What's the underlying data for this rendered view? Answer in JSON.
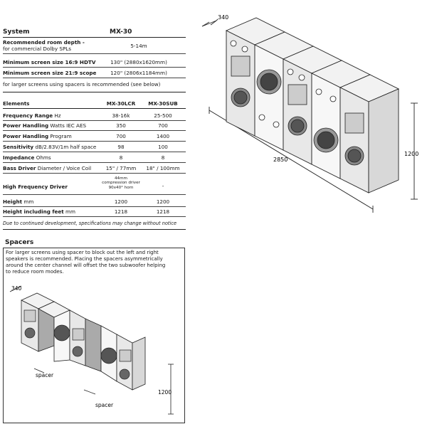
{
  "system": {
    "title": "System",
    "model": "MX-30",
    "rows": [
      {
        "label_bold": "Recommended room depth -",
        "label_light": "for commercial Dolby SPLs",
        "value": "5-14m"
      },
      {
        "label_bold": "Minimum screen size 16:9 HDTV",
        "label_light": "",
        "value": "130\" (2880x1620mm)"
      },
      {
        "label_bold": "Minimum screen size 21:9 scope",
        "label_light": "",
        "value": "120\" (2806x1184mm)"
      }
    ],
    "note": "for larger screens using spacers is recommended (see below)"
  },
  "elements": {
    "title": "Elements",
    "col1": "MX-30LCR",
    "col2": "MX-30SUB",
    "rows": [
      {
        "label_bold": "Frequency Range",
        "label_light": " Hz",
        "v1": "38-16k",
        "v2": "25-500"
      },
      {
        "label_bold": "Power Handling",
        "label_light": " Watts IEC AES",
        "v1": "350",
        "v2": "700"
      },
      {
        "label_bold": "Power Handling",
        "label_light": " Program",
        "v1": "700",
        "v2": "1400"
      },
      {
        "label_bold": "Sensitivity",
        "label_light": " dB/2.83V/1m half space",
        "v1": "98",
        "v2": "100"
      },
      {
        "label_bold": "Impedance",
        "label_light": " Ohms",
        "v1": "8",
        "v2": "8"
      },
      {
        "label_bold": "Bass Driver",
        "label_light": " Diameter / Voice Coil",
        "v1": "15\" / 77mm",
        "v2": "18\" / 100mm"
      },
      {
        "label_bold": "High Frequency Driver",
        "label_light": "",
        "v1_lines": [
          "44mm",
          "compression driver",
          "90x40° horn"
        ],
        "v2": "-"
      },
      {
        "label_bold": "Height",
        "label_light": " mm",
        "v1": "1200",
        "v2": "1200"
      },
      {
        "label_bold": "Height including feet",
        "label_light": " mm",
        "v1": "1218",
        "v2": "1218"
      }
    ],
    "disclaimer": "Due to continued development, specifications may change without notice"
  },
  "spacers": {
    "title": "Spacers",
    "text_lines": [
      "For larger screens using spacer to block out the left and right",
      "speakers is recommended. Placing the spacers asymmetrically",
      "around the center channel will offset the two subwoofer helping",
      "to reduce room modes."
    ],
    "dim_depth": "340",
    "dim_height": "1200",
    "spacer_label": "spacer"
  },
  "main_drawing": {
    "dim_depth": "340",
    "dim_width": "2850",
    "dim_height": "1200"
  }
}
